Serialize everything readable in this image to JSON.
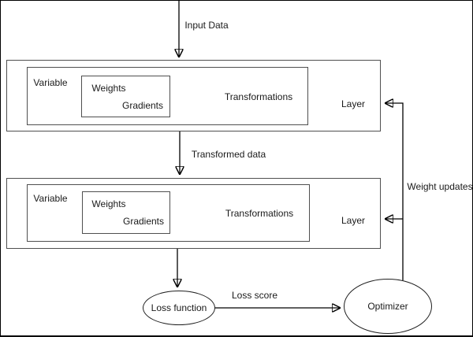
{
  "diagram": {
    "flow_labels": {
      "input_data": "Input Data",
      "transformed_data": "Transformed data",
      "loss_score": "Loss score",
      "weight_updates": "Weight updates"
    },
    "layers": [
      {
        "name": "Layer",
        "variable": "Variable",
        "weights": "Weights",
        "gradients": "Gradients",
        "transformations": "Transformations"
      },
      {
        "name": "Layer",
        "variable": "Variable",
        "weights": "Weights",
        "gradients": "Gradients",
        "transformations": "Transformations"
      }
    ],
    "nodes": {
      "loss_function": "Loss function",
      "optimizer": "Optimizer"
    },
    "colors": {
      "background": "#ffffff",
      "arrow_stroke": "#000000",
      "box_stroke": "#4f4f4f"
    }
  }
}
